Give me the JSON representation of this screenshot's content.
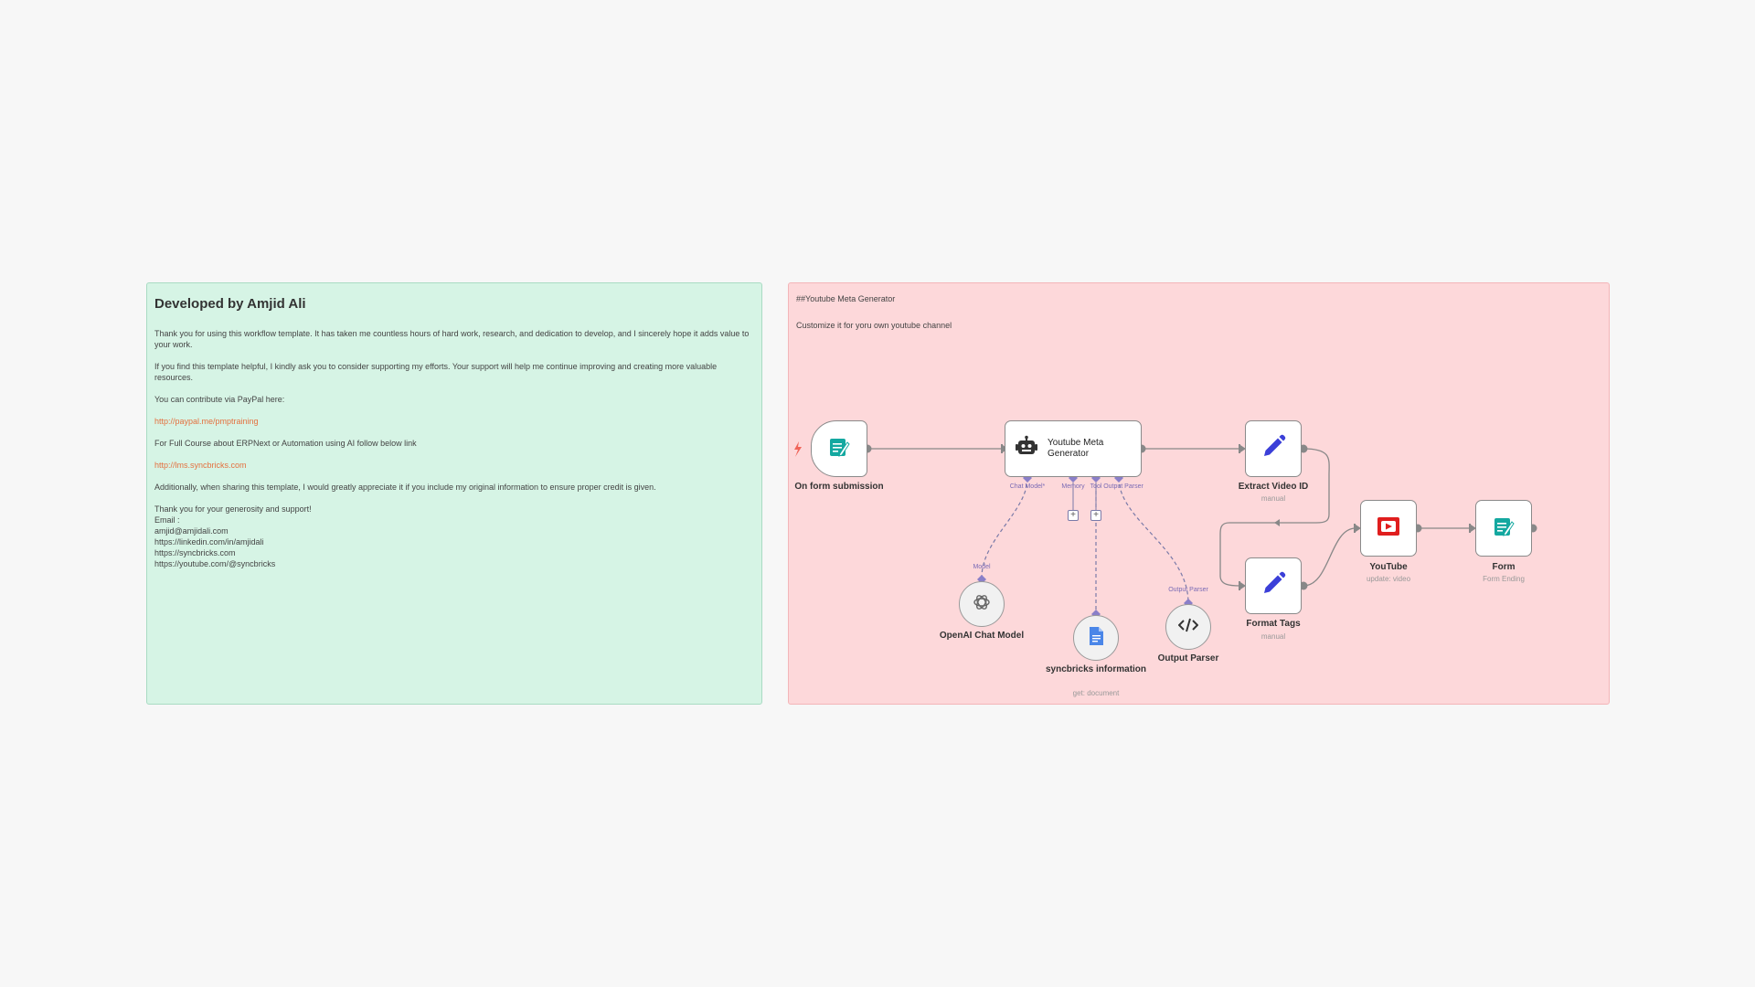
{
  "notes": {
    "developer": {
      "title": "Developed by Amjid Ali",
      "para1": "Thank you for using this workflow template. It has taken me countless hours of hard work, research, and dedication to develop, and I sincerely hope it adds value to your work.",
      "para2": "If you find this template helpful, I kindly ask you to consider supporting my efforts. Your support will help me continue improving and creating more valuable resources.",
      "para3": "You can contribute via PayPal here:",
      "paypal_link": "http://paypal.me/pmptraining",
      "para4": "For Full Course about ERPNext or Automation using AI follow below link",
      "lms_link": "http://lms.syncbricks.com",
      "para5": "Additionally, when sharing this template, I would greatly appreciate it if you include my original information to ensure proper credit is given.",
      "thanks": "Thank you for your generosity and support!",
      "email_label": "Email : ",
      "email": "amjid@amjidali.com",
      "linkedin": "https://linkedin.com/in/amjidali",
      "website": "https://syncbricks.com",
      "youtube": "https://youtube.com/@syncbricks"
    },
    "generator": {
      "heading": "##Youtube Meta Generator",
      "subtext": "Customize it for yoru own youtube channel"
    }
  },
  "nodes": {
    "form_trigger": {
      "label": "On form submission",
      "icon": "form-icon"
    },
    "agent": {
      "title": "Youtube Meta Generator",
      "icon": "robot-icon"
    },
    "extract_video_id": {
      "label": "Extract Video ID",
      "sub": "manual",
      "icon": "pencil-icon"
    },
    "format_tags": {
      "label": "Format Tags",
      "sub": "manual",
      "icon": "pencil-icon"
    },
    "youtube": {
      "label": "YouTube",
      "sub": "update: video",
      "icon": "youtube-icon"
    },
    "form": {
      "label": "Form",
      "sub": "Form Ending",
      "icon": "form-icon"
    },
    "openai": {
      "label": "OpenAI Chat Model",
      "icon": "openai-icon",
      "port": "Model"
    },
    "syncbricks": {
      "label": "syncbricks information",
      "sub": "get: document",
      "icon": "google-docs-icon"
    },
    "output_parser": {
      "label": "Output Parser",
      "icon": "code-icon",
      "port": "Output Parser"
    }
  },
  "agent_ports": {
    "chat_model": "Chat Model*",
    "memory": "Memory",
    "tool": "Tool",
    "output_parser": "Output Parser"
  },
  "colors": {
    "green_note": "#d6f4e5",
    "red_note": "#fdd8da",
    "link": "#e4703f",
    "teal_icon": "#14a8a0",
    "blue_icon": "#3b3fd8",
    "youtube_red": "#e01e1e"
  }
}
